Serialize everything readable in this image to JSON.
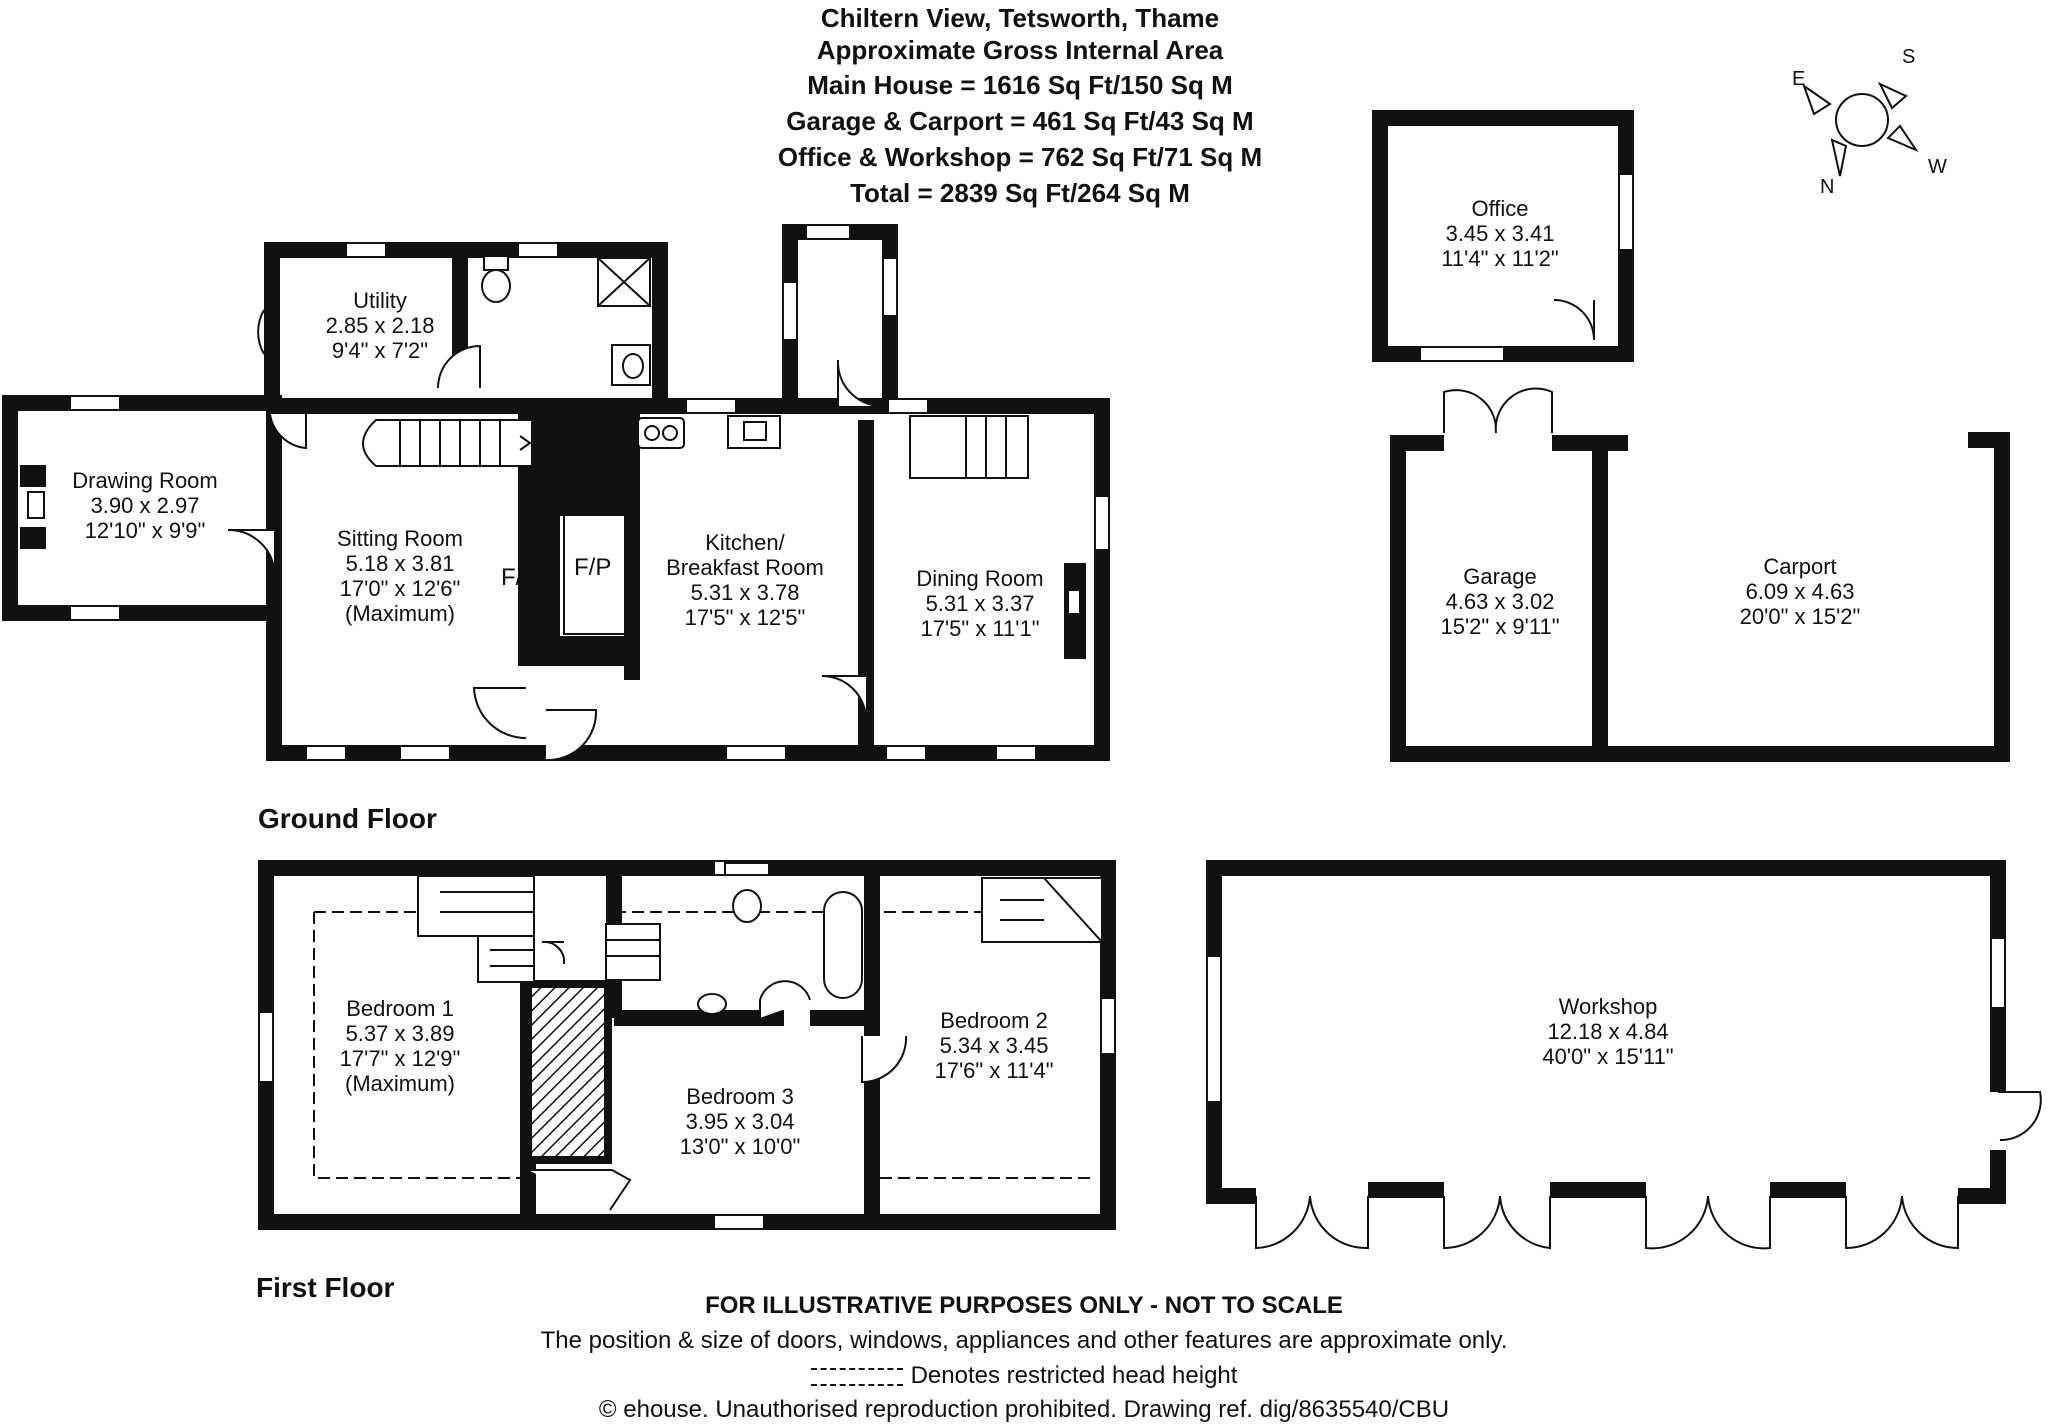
{
  "header": {
    "title": "Chiltern View, Tetsworth, Thame",
    "subtitle": "Approximate Gross Internal Area",
    "areas": [
      "Main House = 1616 Sq Ft/150 Sq M",
      "Garage & Carport = 461 Sq Ft/43 Sq M",
      "Office & Workshop = 762 Sq Ft/71 Sq M",
      "Total = 2839 Sq Ft/264 Sq M"
    ]
  },
  "compass": {
    "n": "N",
    "s": "S",
    "e": "E",
    "w": "W"
  },
  "floors": {
    "ground": "Ground Floor",
    "first": "First Floor"
  },
  "rooms": {
    "utility": {
      "name": "Utility",
      "metric": "2.85 x 2.18",
      "imperial": "9'4\" x 7'2\""
    },
    "drawing": {
      "name": "Drawing Room",
      "metric": "3.90 x 2.97",
      "imperial": "12'10\" x 9'9\""
    },
    "sitting": {
      "name": "Sitting Room",
      "metric": "5.18 x 3.81",
      "imperial": "17'0\" x 12'6\"",
      "note": "(Maximum)"
    },
    "kitchen": {
      "name": "Kitchen/",
      "name2": "Breakfast Room",
      "metric": "5.31 x 3.78",
      "imperial": "17'5\" x 12'5\""
    },
    "dining": {
      "name": "Dining Room",
      "metric": "5.31 x 3.37",
      "imperial": "17'5\" x 11'1\""
    },
    "office": {
      "name": "Office",
      "metric": "3.45 x 3.41",
      "imperial": "11'4\" x 11'2\""
    },
    "garage": {
      "name": "Garage",
      "metric": "4.63 x 3.02",
      "imperial": "15'2\" x 9'11\""
    },
    "carport": {
      "name": "Carport",
      "metric": "6.09 x 4.63",
      "imperial": "20'0\" x 15'2\""
    },
    "bedroom1": {
      "name": "Bedroom 1",
      "metric": "5.37 x 3.89",
      "imperial": "17'7\" x 12'9\"",
      "note": "(Maximum)"
    },
    "bedroom2": {
      "name": "Bedroom 2",
      "metric": "5.34 x 3.45",
      "imperial": "17'6\" x 11'4\""
    },
    "bedroom3": {
      "name": "Bedroom 3",
      "metric": "3.95 x 3.04",
      "imperial": "13'0\" x 10'0\""
    },
    "workshop": {
      "name": "Workshop",
      "metric": "12.18 x 4.84",
      "imperial": "40'0\" x 15'11\""
    }
  },
  "fireplace_label": "F/P",
  "footer": {
    "disclaimer": "FOR ILLUSTRATIVE PURPOSES ONLY - NOT TO SCALE",
    "note": "The position & size of doors, windows, appliances and other features are approximate only.",
    "key": "Denotes restricted head height",
    "copyright": "© ehouse. Unauthorised reproduction prohibited. Drawing ref. dig/8635540/CBU"
  }
}
